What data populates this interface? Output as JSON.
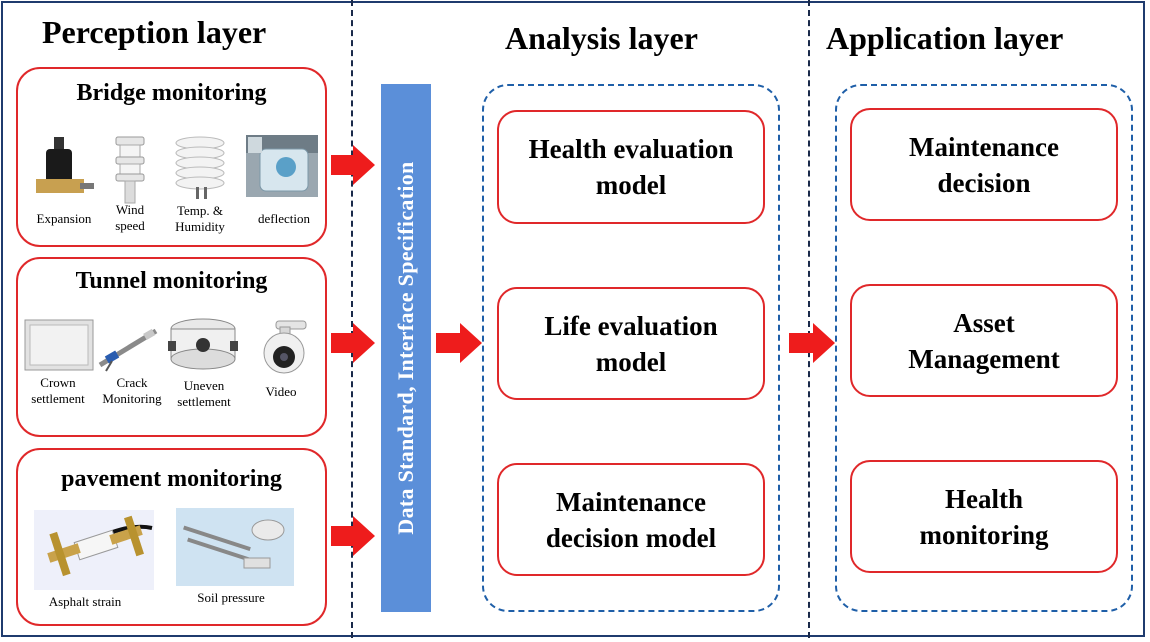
{
  "layers": {
    "perception": "Perception layer",
    "analysis": "Analysis layer",
    "application": "Application layer"
  },
  "bridge": {
    "title": "Bridge monitoring",
    "sensors": [
      "Expansion",
      "Wind\nspeed",
      "Temp. &\nHumidity",
      "deflection"
    ]
  },
  "tunnel": {
    "title": "Tunnel monitoring",
    "sensors": [
      "Crown\nsettlement",
      "Crack\nMonitoring",
      "Uneven\nsettlement",
      "Video"
    ]
  },
  "pavement": {
    "title": "pavement monitoring",
    "sensors": [
      "Asphalt strain",
      "Soil pressure"
    ]
  },
  "spec": "Data Standard, Interface Specification",
  "analysis_models": [
    "Health evaluation\nmodel",
    "Life evaluation\nmodel",
    "Maintenance\ndecision model"
  ],
  "application_items": [
    "Maintenance\ndecision",
    "Asset\nManagement",
    "Health\nmonitoring"
  ],
  "colors": {
    "frame": "#1f3b6e",
    "box_border": "#e0282a",
    "arrow": "#ee1c1c",
    "spec_bar": "#5b8fd9",
    "dash": "#1f5fa8"
  }
}
